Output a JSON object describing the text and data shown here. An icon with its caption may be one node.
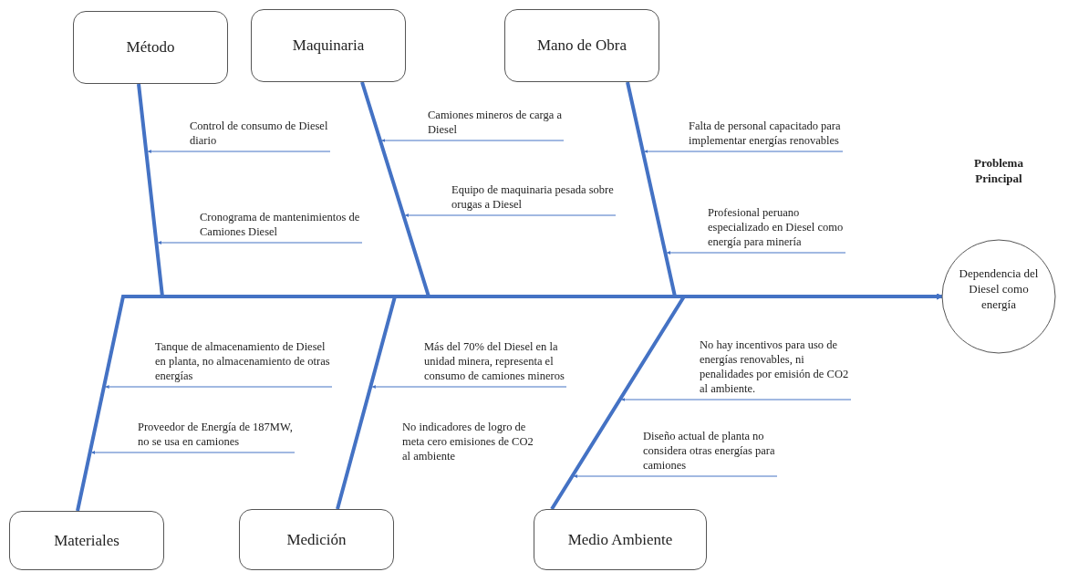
{
  "diagram": {
    "nodes": [
      {
        "text": [
          "Método"
        ]
      },
      {
        "text": [
          "Maquinaria"
        ]
      },
      {
        "text": [
          "Mano de Obra"
        ]
      },
      {
        "text": [
          "Problema Principal",
          "Dependencia del Diesel como energía"
        ]
      },
      {
        "text": [
          "Materiales"
        ]
      },
      {
        "text": [
          "Medición"
        ]
      },
      {
        "text": [
          "Medio Ambiente"
        ]
      },
      {
        "text": [
          "Control de consumo de Diesel diario"
        ]
      },
      {
        "text": [
          "Cronograma de mantenimientos de Camiones Diesel"
        ]
      },
      {
        "text": [
          "Camiones mineros de carga a Diesel"
        ]
      },
      {
        "text": [
          "Equipo de maquinaria pesada sobre orugas a Diesel"
        ]
      },
      {
        "text": [
          "Falta de personal capacitado para implementar energías renovables"
        ]
      },
      {
        "text": [
          "Profesional peruano especializado en Diesel como energía para minería"
        ]
      },
      {
        "text": [
          "Tanque de almacenamiento de Diesel en planta, no almacenamiento de otras energías"
        ]
      },
      {
        "text": [
          "Proveedor de Energía de 187MW, no se usa en camiones"
        ]
      },
      {
        "text": [
          "Más del 70% del Diesel en la unidad minera, representa el consumo de camiones mineros"
        ]
      },
      {
        "text": [
          "No indicadores de logro de meta cero emisiones de CO2 al ambiente"
        ]
      },
      {
        "text": [
          "No hay incentivos para uso de energías renovables, ni penalidades por emisión de CO2 al ambiente."
        ]
      },
      {
        "text": [
          "Diseño actual de planta no considera otras energías para camiones"
        ]
      }
    ],
    "edges": [
      {
        "from": 0,
        "to": 3,
        "arrow": "to",
        "style": "thick"
      },
      {
        "from": 1,
        "to": 3,
        "arrow": "to",
        "style": "thick"
      },
      {
        "from": 2,
        "to": 3,
        "arrow": "to",
        "style": "thick"
      },
      {
        "from": 4,
        "to": 3,
        "arrow": "to",
        "style": "thick"
      },
      {
        "from": 5,
        "to": 3,
        "arrow": "to",
        "style": "thick"
      },
      {
        "from": 6,
        "to": 3,
        "arrow": "to",
        "style": "thick"
      },
      {
        "from": 7,
        "to": null,
        "arrow": "to"
      },
      {
        "from": 8,
        "to": null,
        "arrow": "to"
      },
      {
        "from": 9,
        "to": null,
        "arrow": "to"
      },
      {
        "from": 10,
        "to": null,
        "arrow": "to"
      },
      {
        "from": 11,
        "to": null,
        "arrow": "to"
      },
      {
        "from": 12,
        "to": null,
        "arrow": "to"
      },
      {
        "from": 13,
        "to": null,
        "arrow": "to"
      },
      {
        "from": 14,
        "to": null,
        "arrow": "to"
      },
      {
        "from": 15,
        "to": null,
        "arrow": "to"
      },
      {
        "from": 17,
        "to": null,
        "arrow": "to"
      },
      {
        "from": 18,
        "to": null,
        "arrow": "to"
      }
    ]
  }
}
